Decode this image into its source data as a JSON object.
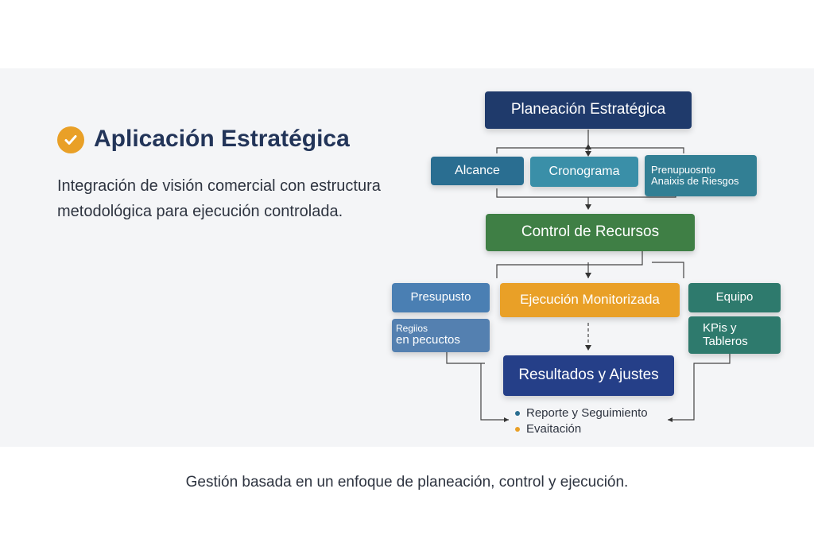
{
  "left": {
    "title": "Aplicación Estratégica",
    "icon": "check-circle-icon",
    "description": "Integración de visión comercial con estructura metodológica para ejecución controlada."
  },
  "diagram": {
    "planeacion": "Planeación Estratégica",
    "alcance": "Alcance",
    "cronograma": "Cronograma",
    "presupuesto_riesgos_1": "Prenupuosnto",
    "presupuesto_riesgos_2": "Anaixis de Riesgos",
    "control": "Control de Recursos",
    "presupuesto": "Presupusto",
    "reglios_1": "Regiios",
    "reglios_2": "en pecuctos",
    "ejecucion": "Ejecución Monitorizada",
    "equipo": "Equipo",
    "kpis_1": "KPis y",
    "kpis_2": "Tableros",
    "resultados": "Resultados y Ajustes",
    "bullets": [
      "Reporte y Seguimiento",
      "Evaitación"
    ]
  },
  "colors": {
    "navy": "#1f3a6b",
    "green": "#3f7f45",
    "orange": "#e9a027",
    "teal": "#2e7a6d",
    "blue": "#4a7fb3"
  },
  "footer": "Gestión basada en un enfoque de planeación, control y ejecución."
}
